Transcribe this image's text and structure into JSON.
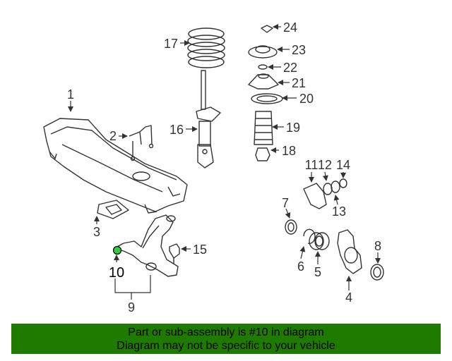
{
  "diagram": {
    "part_labels": [
      "1",
      "2",
      "3",
      "4",
      "5",
      "6",
      "7",
      "8",
      "9",
      "10",
      "11",
      "12",
      "13",
      "14",
      "15",
      "16",
      "17",
      "18",
      "19",
      "20",
      "21",
      "22",
      "23",
      "24"
    ],
    "highlighted_part": "10"
  },
  "banner": {
    "line1": "Part or sub-assembly is #10 in diagram",
    "line2": "Diagram may not be specific to your vehicle",
    "background": "#1f7a00"
  },
  "colors": {
    "highlight": "#2ecc40",
    "line": "#333333"
  }
}
